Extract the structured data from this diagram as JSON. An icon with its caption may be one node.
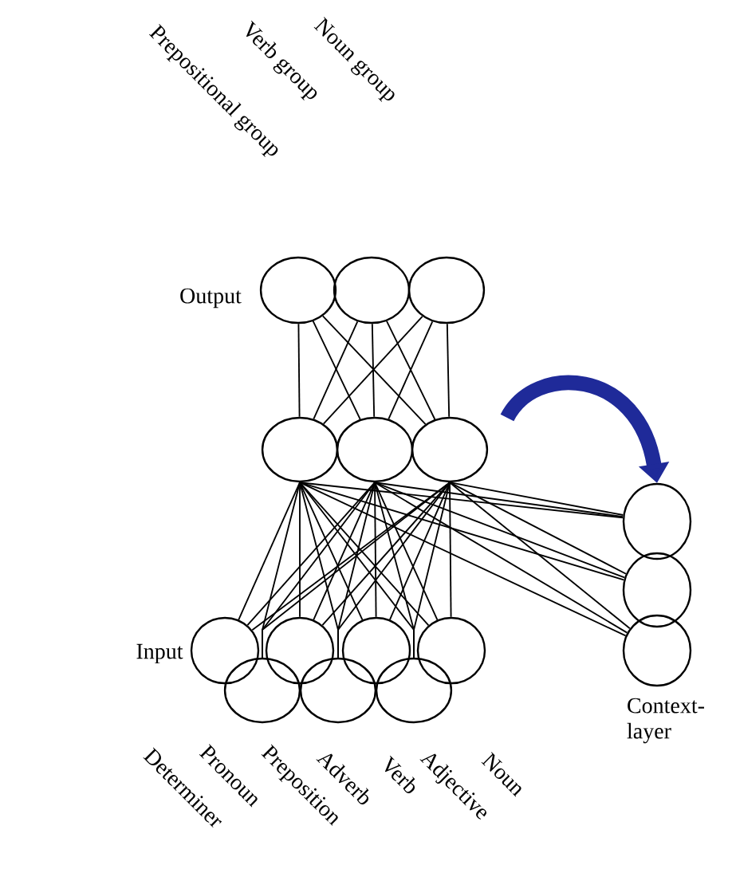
{
  "diagram": {
    "nodes": [
      {
        "text": [],
        "shape": "circle"
      },
      {
        "text": [],
        "shape": "circle"
      },
      {
        "text": [],
        "shape": "circle"
      },
      {
        "text": [],
        "shape": "circle"
      },
      {
        "text": [],
        "shape": "circle"
      },
      {
        "text": [],
        "shape": "circle"
      },
      {
        "text": [],
        "shape": "circle"
      },
      {
        "text": [],
        "shape": "circle"
      },
      {
        "text": [],
        "shape": "circle"
      },
      {
        "text": [],
        "shape": "circle"
      },
      {
        "text": [],
        "shape": "circle"
      },
      {
        "text": [],
        "shape": "circle"
      },
      {
        "text": [],
        "shape": "circle"
      },
      {
        "text": [],
        "shape": "circle"
      },
      {
        "text": [],
        "shape": "circle"
      },
      {
        "text": [],
        "shape": "circle"
      }
    ],
    "edges": [
      {
        "from": 0,
        "to": 3,
        "arrow": "none"
      },
      {
        "from": 0,
        "to": 4,
        "arrow": "none"
      },
      {
        "from": 0,
        "to": 5,
        "arrow": "none"
      },
      {
        "from": 1,
        "to": 3,
        "arrow": "none"
      },
      {
        "from": 1,
        "to": 4,
        "arrow": "none"
      },
      {
        "from": 1,
        "to": 5,
        "arrow": "none"
      },
      {
        "from": 2,
        "to": 3,
        "arrow": "none"
      },
      {
        "from": 2,
        "to": 4,
        "arrow": "none"
      },
      {
        "from": 2,
        "to": 5,
        "arrow": "none"
      },
      {
        "from": 3,
        "to": 6,
        "arrow": "none"
      },
      {
        "from": 3,
        "to": 7,
        "arrow": "none"
      },
      {
        "from": 3,
        "to": 8,
        "arrow": "none"
      },
      {
        "from": 4,
        "to": 6,
        "arrow": "none"
      },
      {
        "from": 4,
        "to": 7,
        "arrow": "none"
      },
      {
        "from": 4,
        "to": 8,
        "arrow": "none"
      },
      {
        "from": 5,
        "to": 6,
        "arrow": "none"
      },
      {
        "from": 5,
        "to": 7,
        "arrow": "none"
      },
      {
        "from": 5,
        "to": 8,
        "arrow": "none"
      },
      {
        "from": 3,
        "to": 9,
        "arrow": "none"
      },
      {
        "from": 3,
        "to": 10,
        "arrow": "none"
      },
      {
        "from": 3,
        "to": 11,
        "arrow": "none"
      },
      {
        "from": 3,
        "to": 12,
        "arrow": "none"
      },
      {
        "from": 3,
        "to": 13,
        "arrow": "none"
      },
      {
        "from": 3,
        "to": 14,
        "arrow": "none"
      },
      {
        "from": 3,
        "to": 15,
        "arrow": "none"
      },
      {
        "from": 4,
        "to": 9,
        "arrow": "none"
      },
      {
        "from": 4,
        "to": 10,
        "arrow": "none"
      },
      {
        "from": 4,
        "to": 11,
        "arrow": "none"
      },
      {
        "from": 4,
        "to": 12,
        "arrow": "none"
      },
      {
        "from": 4,
        "to": 13,
        "arrow": "none"
      },
      {
        "from": 4,
        "to": 14,
        "arrow": "none"
      },
      {
        "from": 4,
        "to": 15,
        "arrow": "none"
      },
      {
        "from": 5,
        "to": 9,
        "arrow": "none"
      },
      {
        "from": 5,
        "to": 10,
        "arrow": "none"
      },
      {
        "from": 5,
        "to": 11,
        "arrow": "none"
      },
      {
        "from": 5,
        "to": 12,
        "arrow": "none"
      },
      {
        "from": 5,
        "to": 13,
        "arrow": "none"
      },
      {
        "from": 5,
        "to": 14,
        "arrow": "none"
      },
      {
        "from": 5,
        "to": 15,
        "arrow": "none"
      },
      {
        "from": null,
        "to": 6,
        "arrow": "to",
        "style": "thick",
        "color": "#1f2a99"
      }
    ],
    "labels": [
      "Prepositional group",
      "Verb group",
      "Noun group",
      "Output",
      "Input",
      "Context-layer",
      "Determiner",
      "Pronoun",
      "Preposition",
      "Adverb",
      "Verb",
      "Adjective",
      "Noun"
    ]
  }
}
